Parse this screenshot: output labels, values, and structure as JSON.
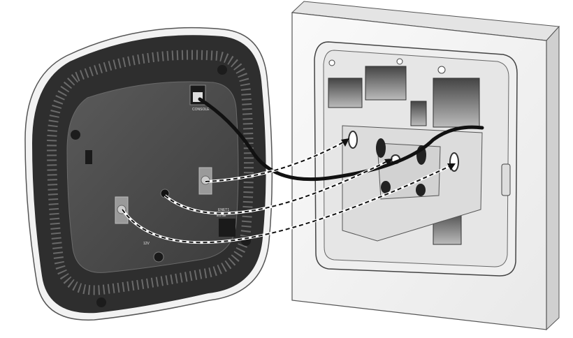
{
  "device": {
    "console_label": "CONSOLE",
    "enet_label": "ENET1",
    "enet_sublabel": "802.3at",
    "power_label": "12V"
  },
  "colors": {
    "device_body": "#4a4a4a",
    "device_rim": "#2f2f2f",
    "wall": "#f4f4f4",
    "mount_plate": "#e2e2e2",
    "cable": "#111111"
  }
}
